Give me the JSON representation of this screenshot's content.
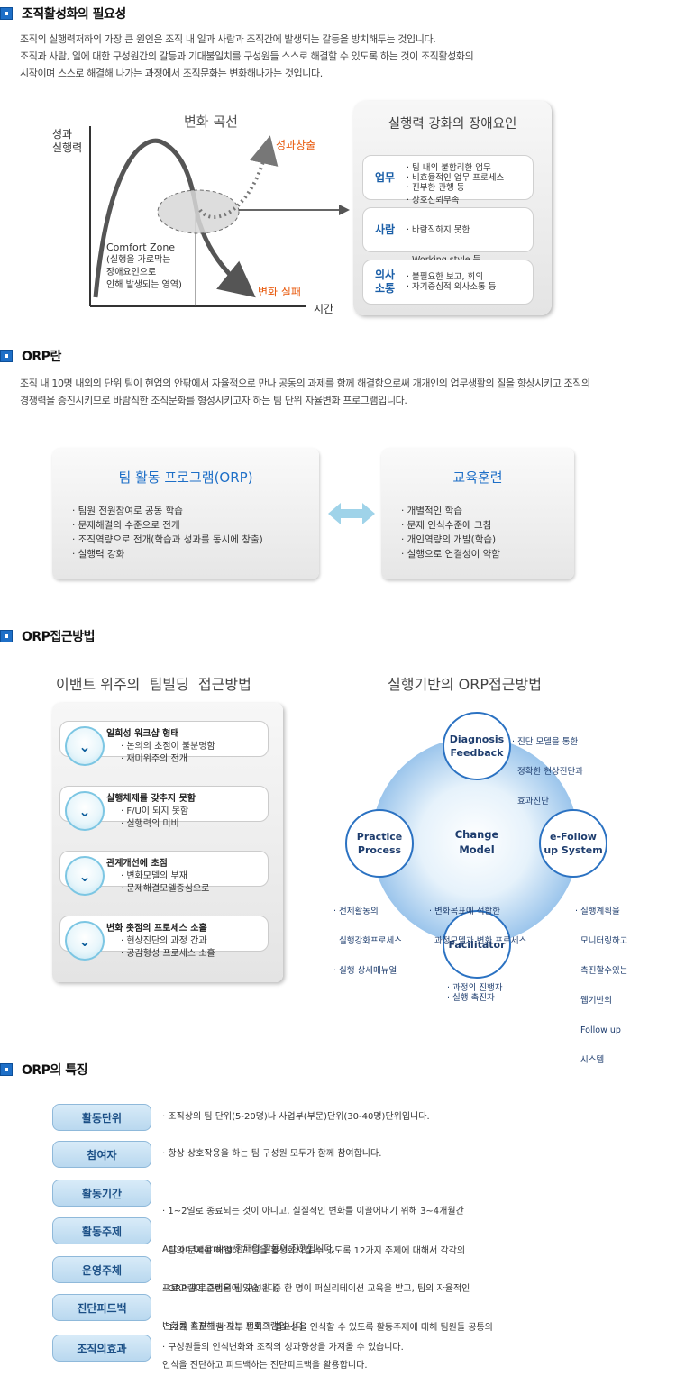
{
  "sections": {
    "s1": {
      "title": "조직활성화의 필요성",
      "paragraph": [
        "조직의 실행력저하의 가장 큰 원인은 조직 내 일과 사람과 조직간에 발생되는 갈등을 방치해두는 것입니다.",
        "조직과 사람, 일에 대한 구성원간의 갈등과 기대불일치를 구성원들 스스로 해결할 수 있도록 하는 것이 조직활성화의",
        "시작이며 스스로 해결해 나가는 과정에서 조직문화는 변화해나가는 것입니다."
      ]
    },
    "s2": {
      "title": "ORP란",
      "paragraph": [
        "조직 내 10명 내외의 단위 팀이 현업의 안팎에서 자율적으로 만나 공동의 과제를 함께 해결함으로써 개개인의 업무생활의 질을 향상시키고 조직의",
        "경쟁력을 증진시키므로 바람직한 조직문화를 형성시키고자 하는 팀 단위 자율변화 프로그램입니다."
      ]
    },
    "s3": {
      "title": "ORP접근방법"
    },
    "s4": {
      "title": "ORP의 특징"
    }
  },
  "curve": {
    "title": "변화 곡선",
    "y_label": [
      "성과",
      "실행력"
    ],
    "x_label": "시간",
    "success": "성과창출",
    "fail": "변화 실패",
    "comfort": [
      "Comfort  Zone",
      "(실행을 가로막는",
      "장애요인으로",
      "인해 발생되는 영역)"
    ]
  },
  "obstacles": {
    "title": "실행력 강화의 장애요인",
    "rows": [
      {
        "head": [
          "업무"
        ],
        "items": [
          "· 팀 내의 불합리한 업무",
          "· 비효율적인 업무 프로세스",
          "· 진부한 관행 등"
        ]
      },
      {
        "head": [
          "사람"
        ],
        "items": [
          "· 상호신뢰부족",
          "· 바람직하지 못한",
          "  Working style 등"
        ]
      },
      {
        "head": [
          "의사",
          "소통"
        ],
        "items": [
          "· 불필요한 보고, 회의",
          "· 자기중심적 의사소통 등"
        ]
      }
    ]
  },
  "orp_compare": {
    "left": {
      "title": "팀 활동 프로그램(ORP)",
      "items": [
        "· 팀원 전원참여로 공동 학습",
        "· 문제해결의 수준으로 전개",
        "· 조직역량으로 전개(학습과 성과를 동시에 창출)",
        "· 실행력 강화"
      ]
    },
    "right": {
      "title": "교육훈련",
      "items": [
        "· 개별적인 학습",
        "· 문제 인식수준에 그침",
        "· 개인역량의 개발(학습)",
        "· 실행으로 연결성이 약함"
      ]
    }
  },
  "approach": {
    "left_title": "이밴트 위주의  팀빌딩  접근방법",
    "right_title": "실행기반의 ORP접근방법",
    "items": [
      {
        "head": "일회성 워크샵 형태",
        "lines": [
          "· 논의의 초점이 불분명함",
          "· 재미위주의 전개"
        ]
      },
      {
        "head": "실행체제를 갖추지 못함",
        "lines": [
          "· F/U이 되지 못함",
          "· 실행력의 미비"
        ]
      },
      {
        "head": "관계개선에 초점",
        "lines": [
          "· 변화모델의 부재",
          "· 문제해결모델중심으로"
        ]
      },
      {
        "head": "변화 촛점의 프로세스 소홀",
        "lines": [
          "· 현상진단의 과정 간과",
          "· 공감형성 프로세스 소홀"
        ]
      }
    ],
    "chevron": "⌄",
    "nodes": {
      "top": [
        "Diagnosis",
        "Feedback"
      ],
      "left": [
        "Practice",
        "Process"
      ],
      "center": [
        "Change",
        "Model"
      ],
      "right": [
        "e-Follow",
        "up System"
      ],
      "bottom": [
        "Facilitator"
      ]
    },
    "notes": {
      "top": [
        "· 진단 모델을 통한",
        "  정확한 현상진단과",
        "  효과진단"
      ],
      "left": [
        "· 전체활동의",
        "  실행강화프로세스",
        "· 실행 상세매뉴얼"
      ],
      "center": [
        "· 변화목표에 적합한",
        "  과정모델과 변화 프로세스"
      ],
      "right": [
        "· 실행계획을",
        "  모니터링하고",
        "  촉진할수있는",
        "  웹기반의",
        "  Follow up",
        "  시스템"
      ],
      "bottom": [
        "· 과정의 진행자",
        "· 실행 촉진자"
      ]
    }
  },
  "features": [
    {
      "label": "활동단위",
      "text": [
        "· 조직상의 팀 단위(5-20명)나 사업부(부문)단위(30-40명)단위입니다."
      ]
    },
    {
      "label": "참여자",
      "text": [
        "· 항상 상호작용을 하는 팀 구성원 모두가 함께 참여합니다."
      ]
    },
    {
      "label": "활동기간",
      "text": [
        "· 1~2일로 종료되는 것이 아니고, 실질적인 변화를 이끌어내기 위해 3~4개월간",
        "  Action Learning 형태의 활동이 진행됩니다."
      ]
    },
    {
      "label": "활동주제",
      "text": [
        "· 팀의 문제를 해결하고 팀을 활성화시킬 수 있도록 12가지 주제에 대해서 각각의",
        "  프로그램이 준비되어 있습니다."
      ]
    },
    {
      "label": "운영주체",
      "text": [
        "· ORP 프로그램은 팀 구성원 중 한 명이 퍼실리테이션 교육을 받고, 팀의 자율적인",
        "  변화를 촉진해 나가는 프로그램입니다."
      ]
    },
    {
      "label": "진단피드백",
      "text": [
        "· 12개 프로그램 모두 변화의 필요성을 인식할 수 있도록 활동주제에 대해 팀원들 공통의",
        "  인식을 진단하고 피드백하는 진단피드백을 활용합니다."
      ]
    },
    {
      "label": "조직의효과",
      "text": [
        "· 구성원들의 인식변화와 조직의 성과향상을 가져올 수 있습니다."
      ]
    }
  ],
  "colors": {
    "accent": "#1e6fc7",
    "fail_orange": "#e8590c",
    "arrow": "#9fd3e9"
  }
}
